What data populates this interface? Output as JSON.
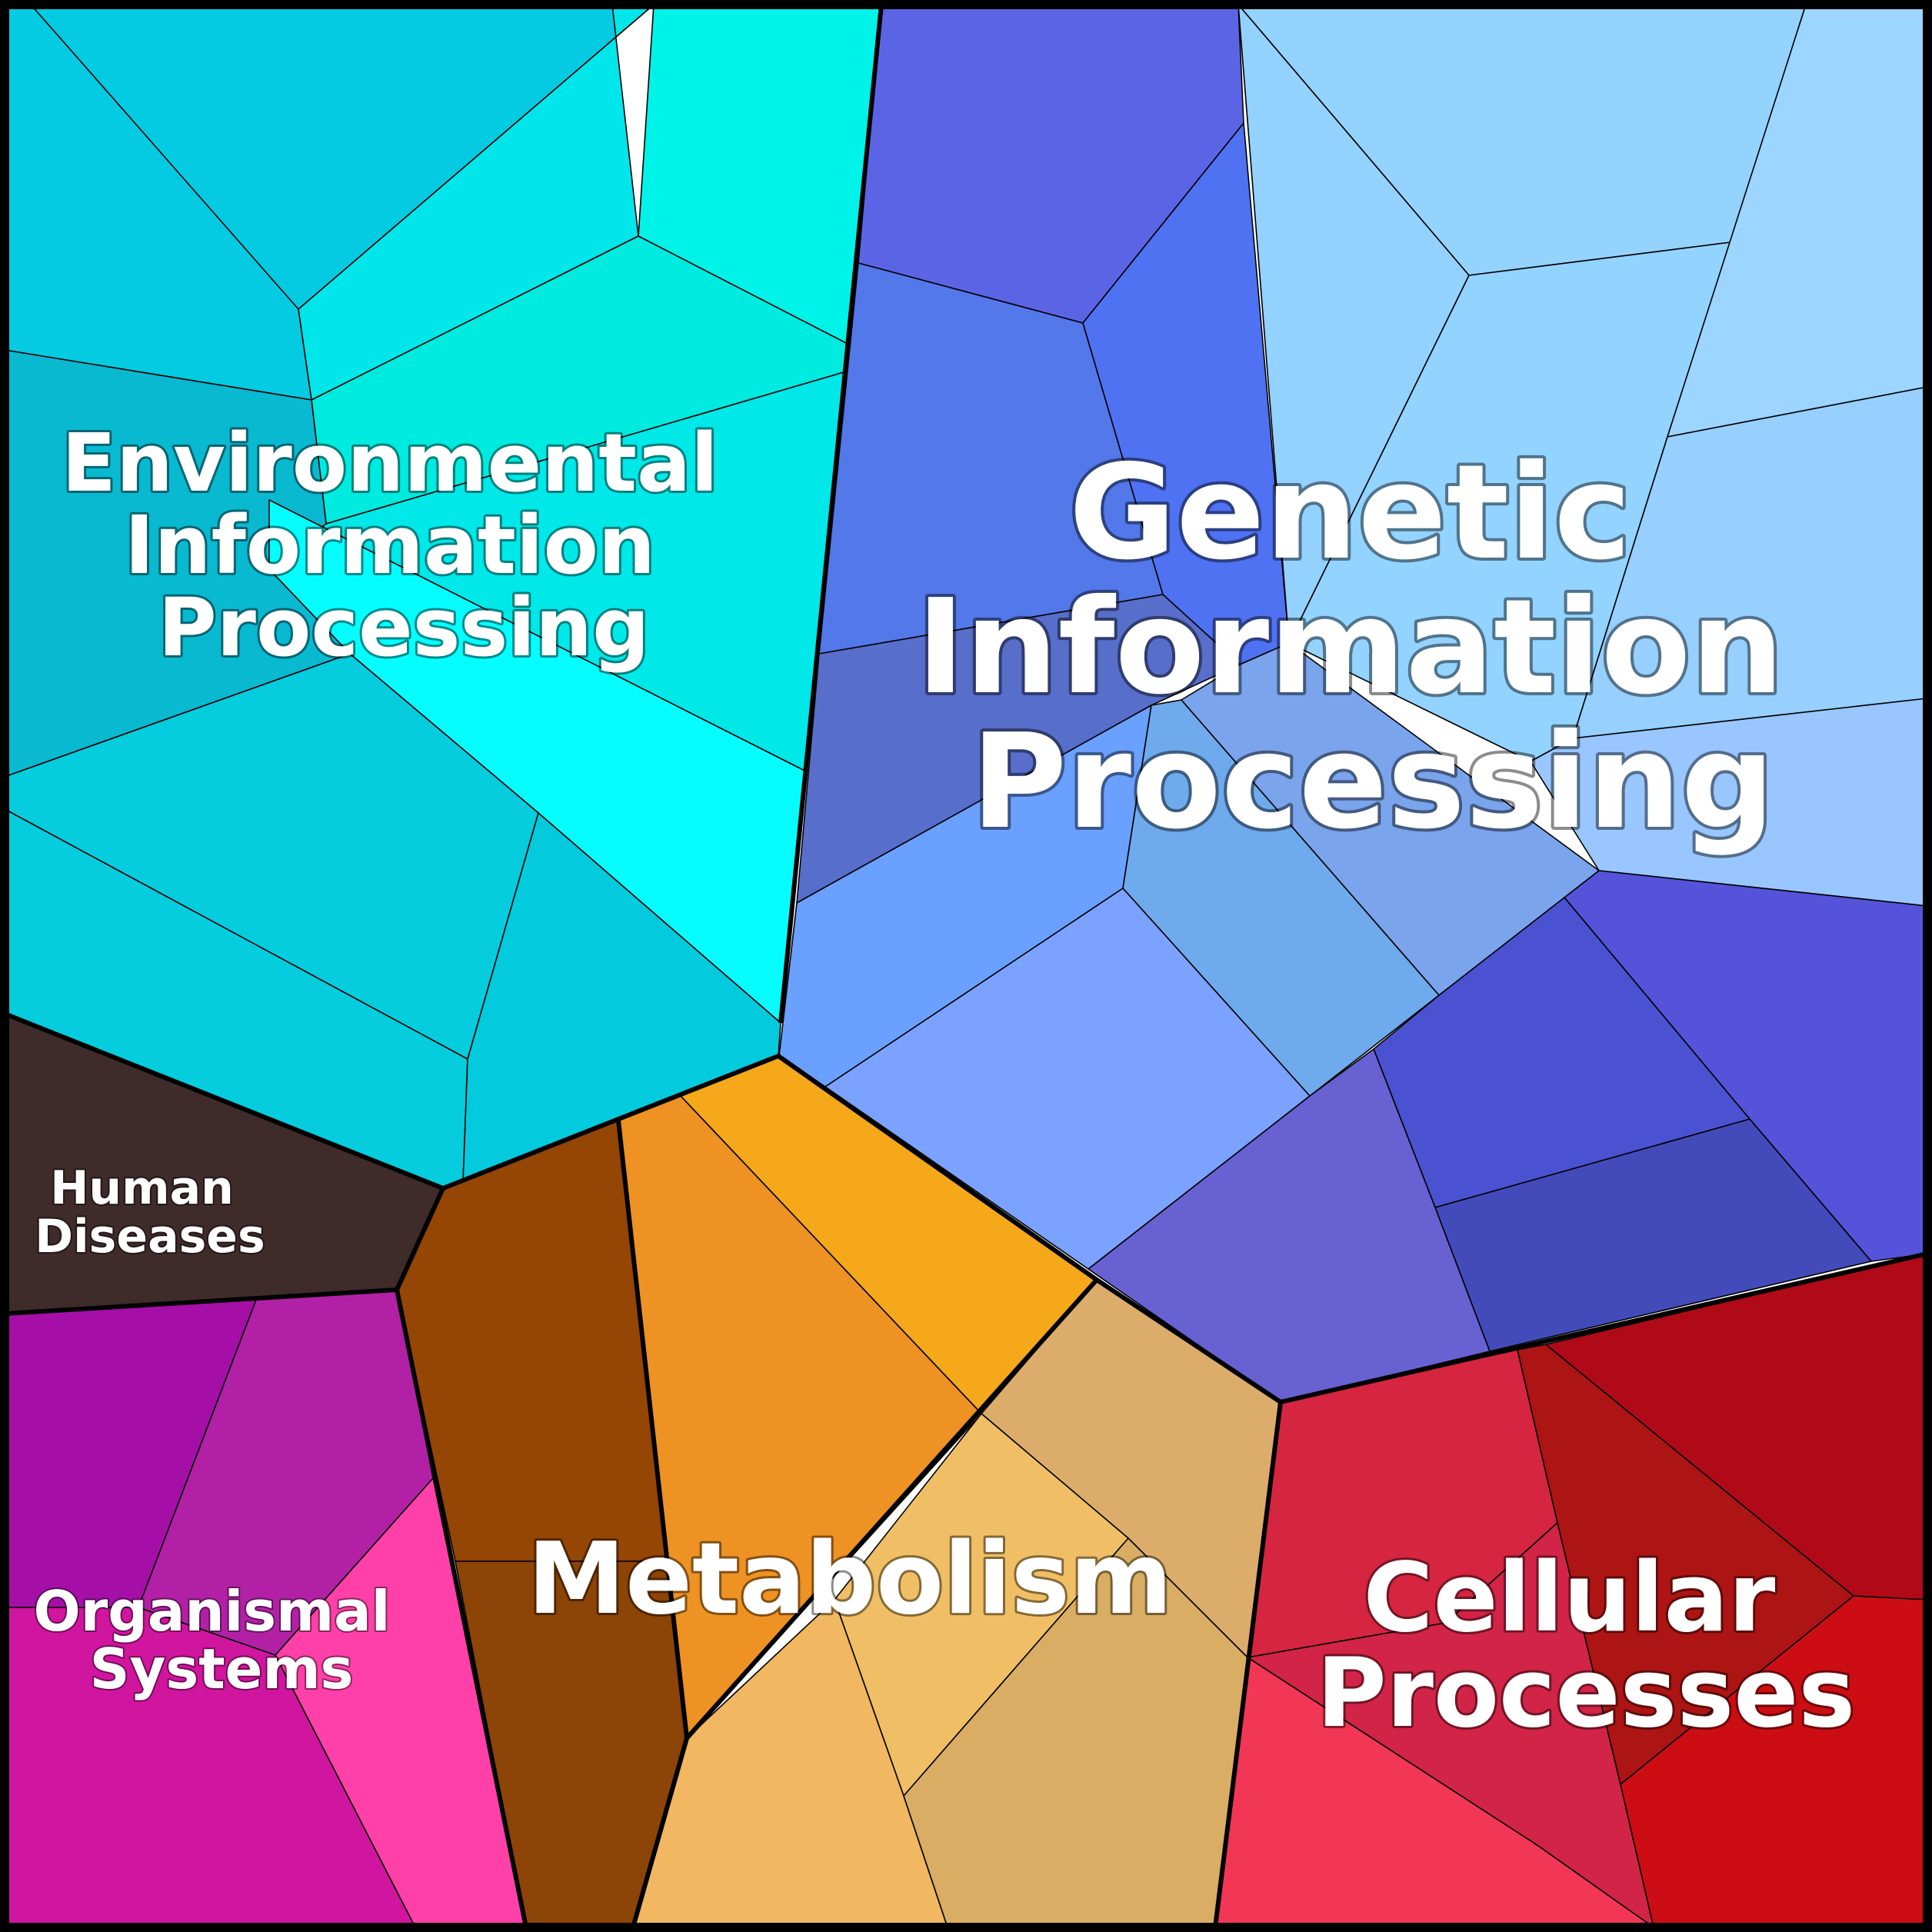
{
  "diagram": {
    "type": "voronoi-treemap",
    "categories": [
      {
        "id": "environmental",
        "label_lines": [
          "Environmental",
          "Information",
          "Processing"
        ],
        "color": "#00d0e0"
      },
      {
        "id": "genetic",
        "label_lines": [
          "Genetic",
          "Information",
          "Processing"
        ],
        "color": "#6a9dff"
      },
      {
        "id": "human",
        "label_lines": [
          "Human",
          "Diseases"
        ],
        "color": "#3e2b2a"
      },
      {
        "id": "organismal",
        "label_lines": [
          "Organismal",
          "Systems"
        ],
        "color": "#c015a8"
      },
      {
        "id": "metabolism",
        "label_lines": [
          "Metabolism"
        ],
        "color": "#ee9a3a"
      },
      {
        "id": "cellular",
        "label_lines": [
          "Cellular",
          "Processes"
        ],
        "color": "#d4223a"
      }
    ]
  }
}
